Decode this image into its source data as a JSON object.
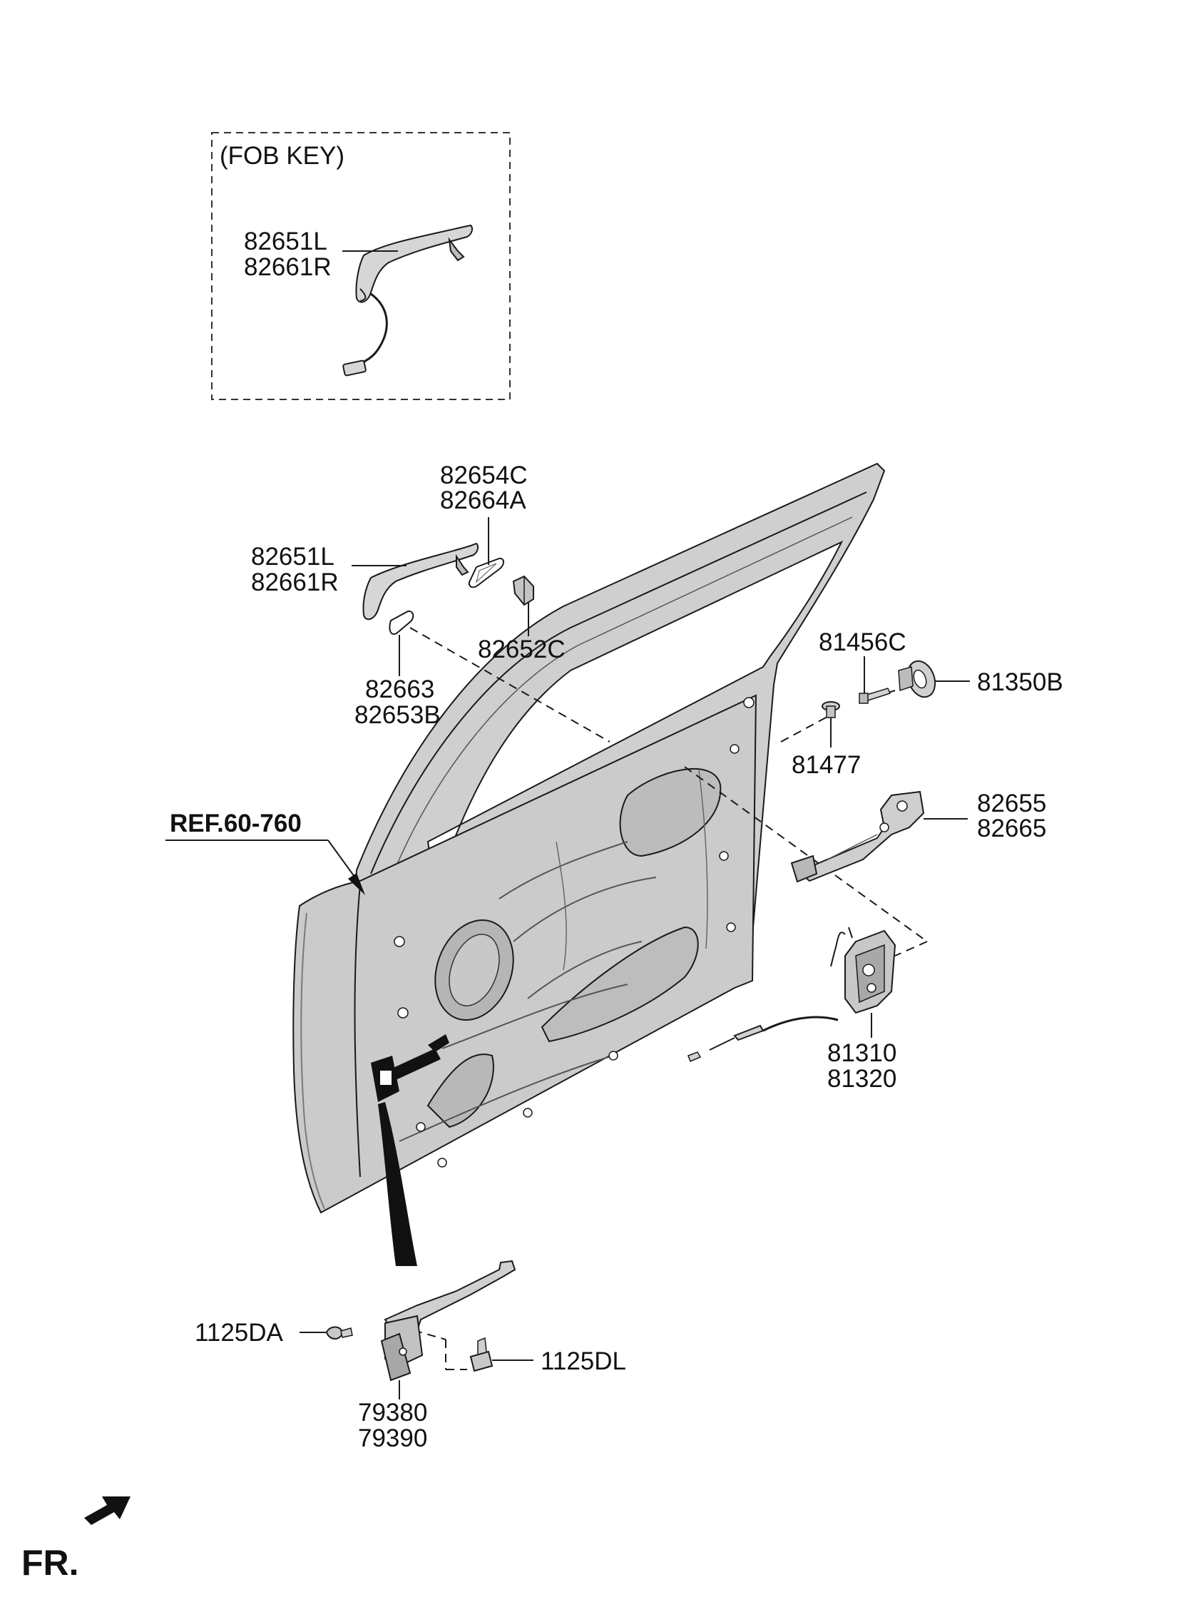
{
  "fob_key_box": {
    "title": "(FOB KEY)"
  },
  "labels": {
    "fob_handle_l": "82651L",
    "fob_handle_r": "82661R",
    "cover_c": "82654C",
    "cover_a": "82664A",
    "handle_l": "82651L",
    "handle_r": "82661R",
    "cap": "82652C",
    "pad_a": "82663",
    "pad_b": "82653B",
    "screw": "81456C",
    "striker": "81350B",
    "bolt": "81477",
    "bracket_a": "82655",
    "bracket_b": "82665",
    "latch_a": "81310",
    "latch_b": "81320",
    "ref": "REF.60-760",
    "bolt_da": "1125DA",
    "bolt_dl": "1125DL",
    "checker_a": "79380",
    "checker_b": "79390",
    "fr": "FR."
  },
  "colors": {
    "line": "#1a1a1a",
    "part_fill": "#d4d4d4",
    "part_dark": "#a8a8a8",
    "panel_fill": "#cdcdcd",
    "checker_black": "#111111"
  },
  "icons": [
    "fr-arrow-icon",
    "ref-arrow-icon"
  ]
}
